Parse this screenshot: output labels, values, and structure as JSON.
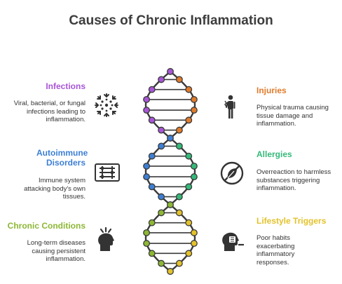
{
  "title": "Causes of Chronic Inflammation",
  "causes": [
    {
      "heading": "Infections",
      "description": "Viral, bacterial, or fungal infections leading to inflammation.",
      "color": "#a855d6",
      "icon": "virus-icon"
    },
    {
      "heading": "Injuries",
      "description": "Physical trauma causing tissue damage and inflammation.",
      "color": "#e07b2b",
      "icon": "injured-person-icon"
    },
    {
      "heading": "Autoimmune Disorders",
      "description": "Immune system attacking body's own tissues.",
      "color": "#3d7fd4",
      "icon": "circuit-board-icon"
    },
    {
      "heading": "Allergies",
      "description": "Overreaction to harmless substances triggering inflammation.",
      "color": "#34b979",
      "icon": "no-leaf-icon"
    },
    {
      "heading": "Chronic Conditions",
      "description": "Long-term diseases causing persistent inflammation.",
      "color": "#8db734",
      "icon": "stressed-head-icon"
    },
    {
      "heading": "Lifestyle Triggers",
      "description": "Poor habits exacerbating inflammatory responses.",
      "color": "#e3c22b",
      "icon": "bad-habits-head-icon"
    }
  ],
  "helix_colors": {
    "infections": "#a855d6",
    "injuries": "#e07b2b",
    "autoimmune": "#3d7fd4",
    "allergies": "#34b979",
    "chronic": "#8db734",
    "lifestyle": "#e3c22b"
  }
}
